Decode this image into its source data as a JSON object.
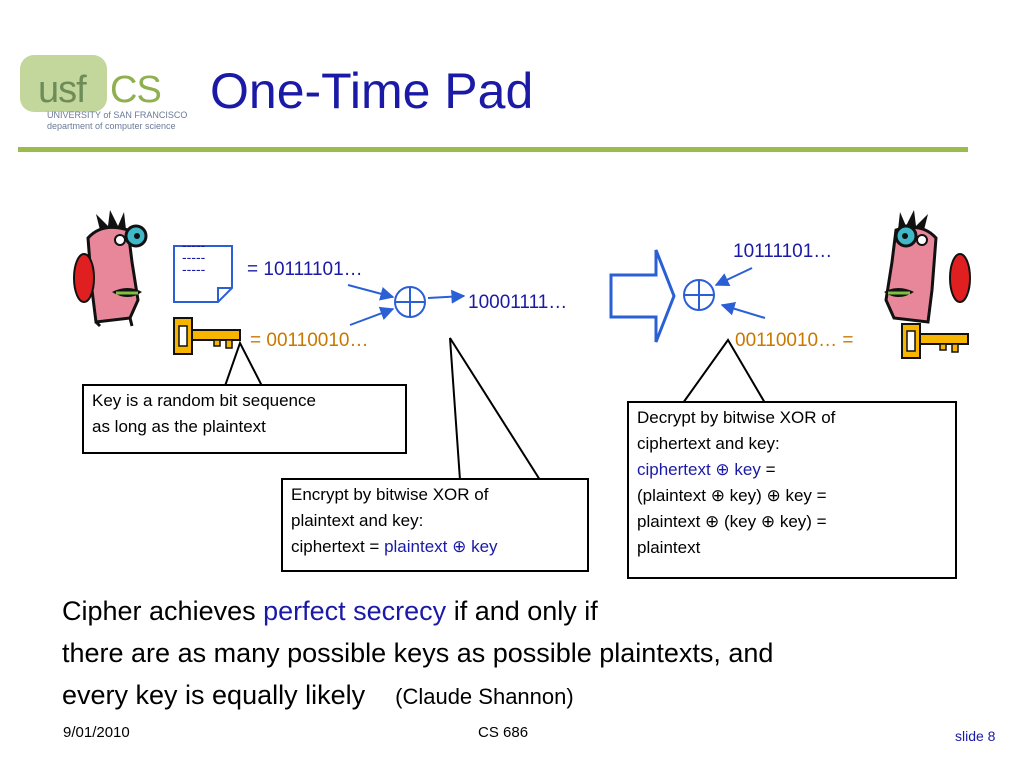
{
  "title": "One-Time Pad",
  "logo": {
    "usf": "usf",
    "cs": "CS",
    "line1": "UNIVERSITY of SAN FRANCISCO",
    "line2": "department of computer science"
  },
  "document_lines": [
    "-----",
    "-----",
    "-----"
  ],
  "plaintext_bits": "= 10111101…",
  "key_bits": "= 00110010…",
  "ciphertext_bits": "10001111…",
  "recv_plaintext_bits": "10111101…",
  "recv_key_bits": "00110010… =",
  "xor_symbol": "⊕",
  "callouts": {
    "key": {
      "line1": "Key is a random bit sequence",
      "line2": "as long as the plaintext"
    },
    "encrypt": {
      "line1": "Encrypt by bitwise XOR of",
      "line2": "plaintext and key:",
      "line3_prefix": "ciphertext = ",
      "line3_highlight": "plaintext ⊕ key"
    },
    "decrypt": {
      "line1": "Decrypt by bitwise XOR of",
      "line2": "ciphertext and key:",
      "line3_highlight": "ciphertext ⊕ key",
      "line3_suffix": " =",
      "line4": "(plaintext ⊕ key) ⊕ key =",
      "line5": "plaintext ⊕ (key ⊕ key) =",
      "line6": "plaintext"
    }
  },
  "main_text": {
    "line1_prefix": "Cipher achieves ",
    "line1_highlight": "perfect secrecy",
    "line1_suffix": " if and only if",
    "line2": "there are as many possible keys as possible plaintexts, and",
    "line3": "every key is equally likely",
    "attribution": "(Claude Shannon)"
  },
  "footer": {
    "date": "9/01/2010",
    "course": "CS 686",
    "slide": "slide 8"
  },
  "colors": {
    "title": "#1a1aa6",
    "highlight": "#1a1aa6",
    "key_orange": "#c87800",
    "rule": "#9bbb4a"
  }
}
